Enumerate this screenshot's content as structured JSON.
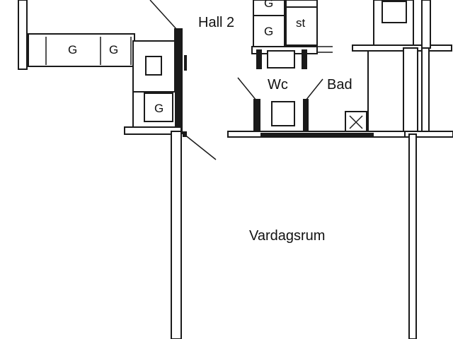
{
  "rooms": {
    "hall": "Hall 2",
    "wc": "Wc",
    "bad": "Bad",
    "vardagsrum": "Vardagsrum"
  },
  "cabinets": {
    "g_top": "G",
    "g_mid": "G",
    "st": "st",
    "g_left_1": "G",
    "g_left_2": "G",
    "g_lower": "G"
  },
  "colors": {
    "line": "#1a1a1a",
    "background": "#ffffff"
  }
}
